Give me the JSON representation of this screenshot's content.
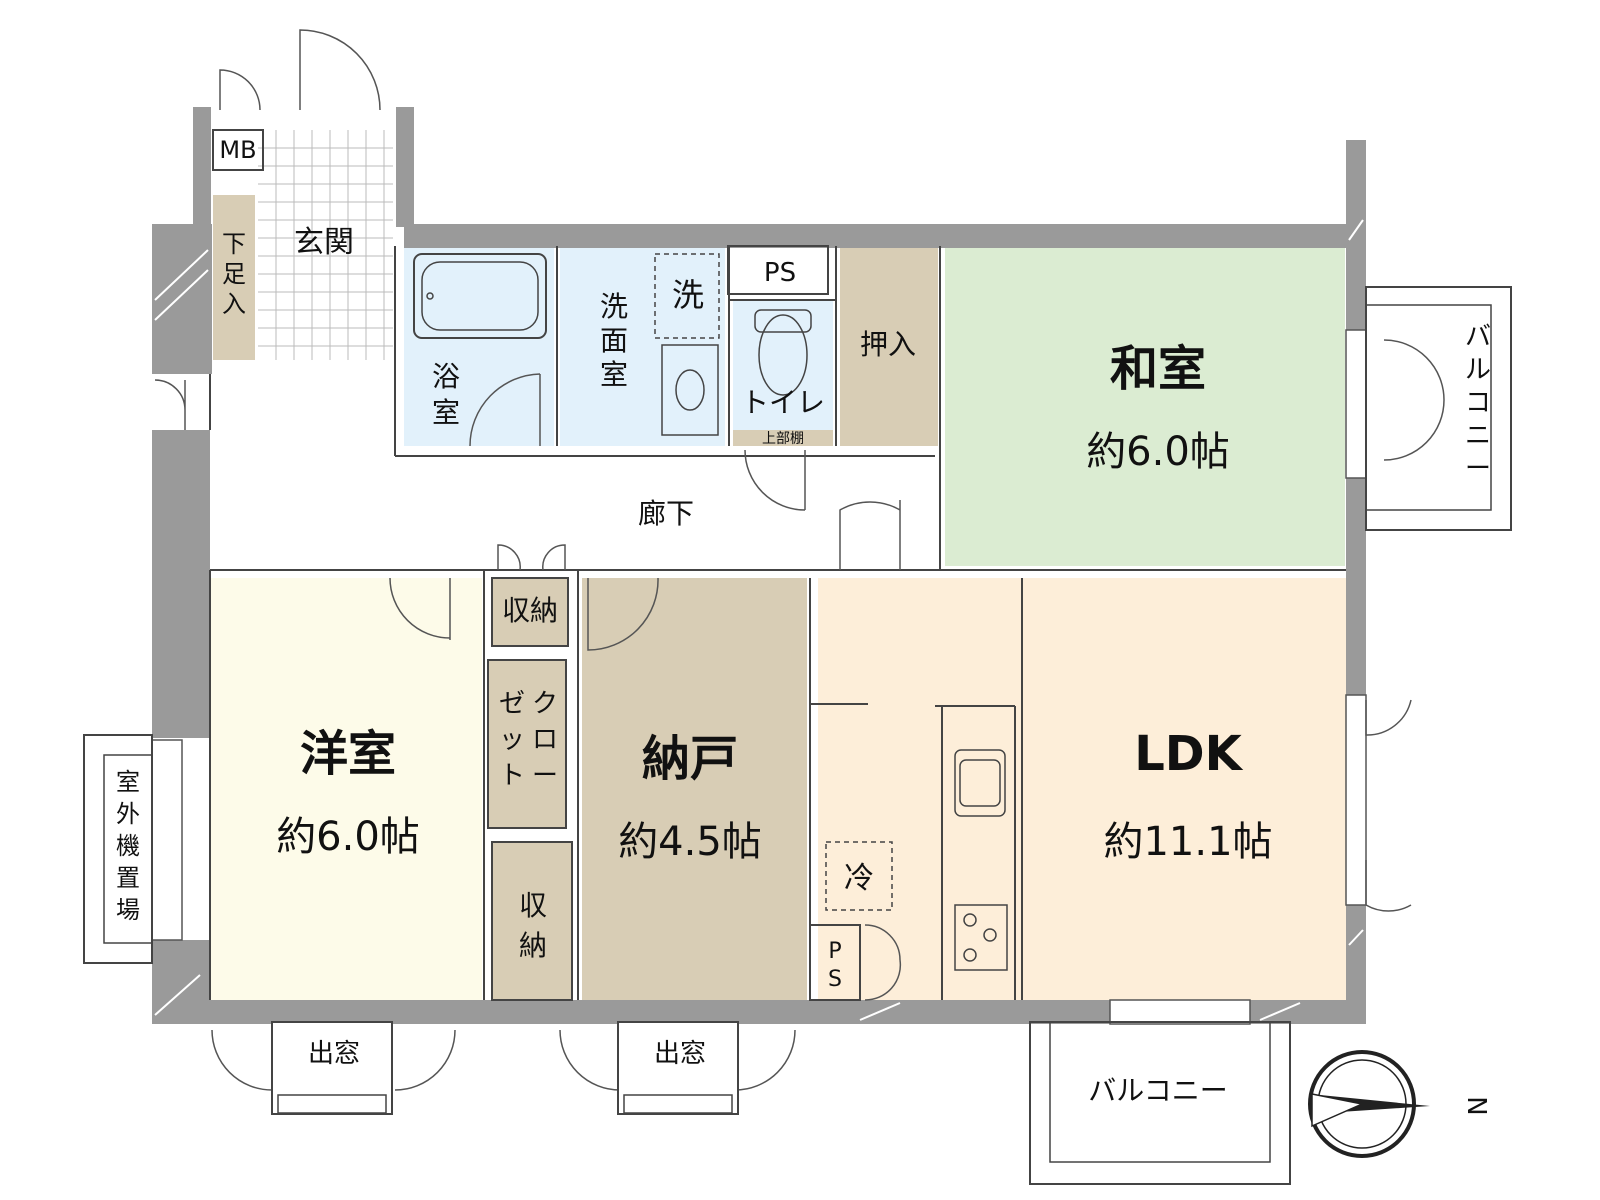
{
  "rooms": {
    "genkan": "玄関",
    "getabako": [
      "下",
      "足",
      "入"
    ],
    "mb": "MB",
    "yokushitsu": [
      "浴",
      "室"
    ],
    "senmen": [
      "洗",
      "面",
      "室"
    ],
    "sentaku": "洗",
    "ps_top": "PS",
    "toilet": "トイレ",
    "jobudana": "上部棚",
    "oshiire": "押入",
    "washitsu": "和室",
    "washitsu_size": "約6.0帖",
    "roka": "廊下",
    "shuno_top": "収納",
    "closet_col1": [
      "ク",
      "ロ",
      "ー"
    ],
    "closet_col2": [
      "ゼ",
      "ッ",
      "ト"
    ],
    "shuno_bottom": [
      "収",
      "納"
    ],
    "yoshitsu": "洋室",
    "yoshitsu_size": "約6.0帖",
    "nando": "納戸",
    "nando_size": "約4.5帖",
    "ldk": "LDK",
    "ldk_size": "約11.1帖",
    "rei": "冷",
    "ps_bottom": [
      "P",
      "S"
    ],
    "shitsugai": [
      "室",
      "外",
      "機",
      "置",
      "場"
    ],
    "demado_left": "出窓",
    "demado_right": "出窓",
    "balcony_bottom": "バルコニー",
    "balcony_right": [
      "バ",
      "ル",
      "コ",
      "ニ",
      "ー"
    ],
    "compass_n": "N"
  },
  "colors": {
    "washitsu": "#dbecd2",
    "yoshitsu": "#fdfbe9",
    "nando": "#d8cdb5",
    "ldk": "#fdeed9",
    "wet": "#e2f1fb",
    "storage": "#d8cdb5",
    "wall": "#9a9a9a"
  }
}
